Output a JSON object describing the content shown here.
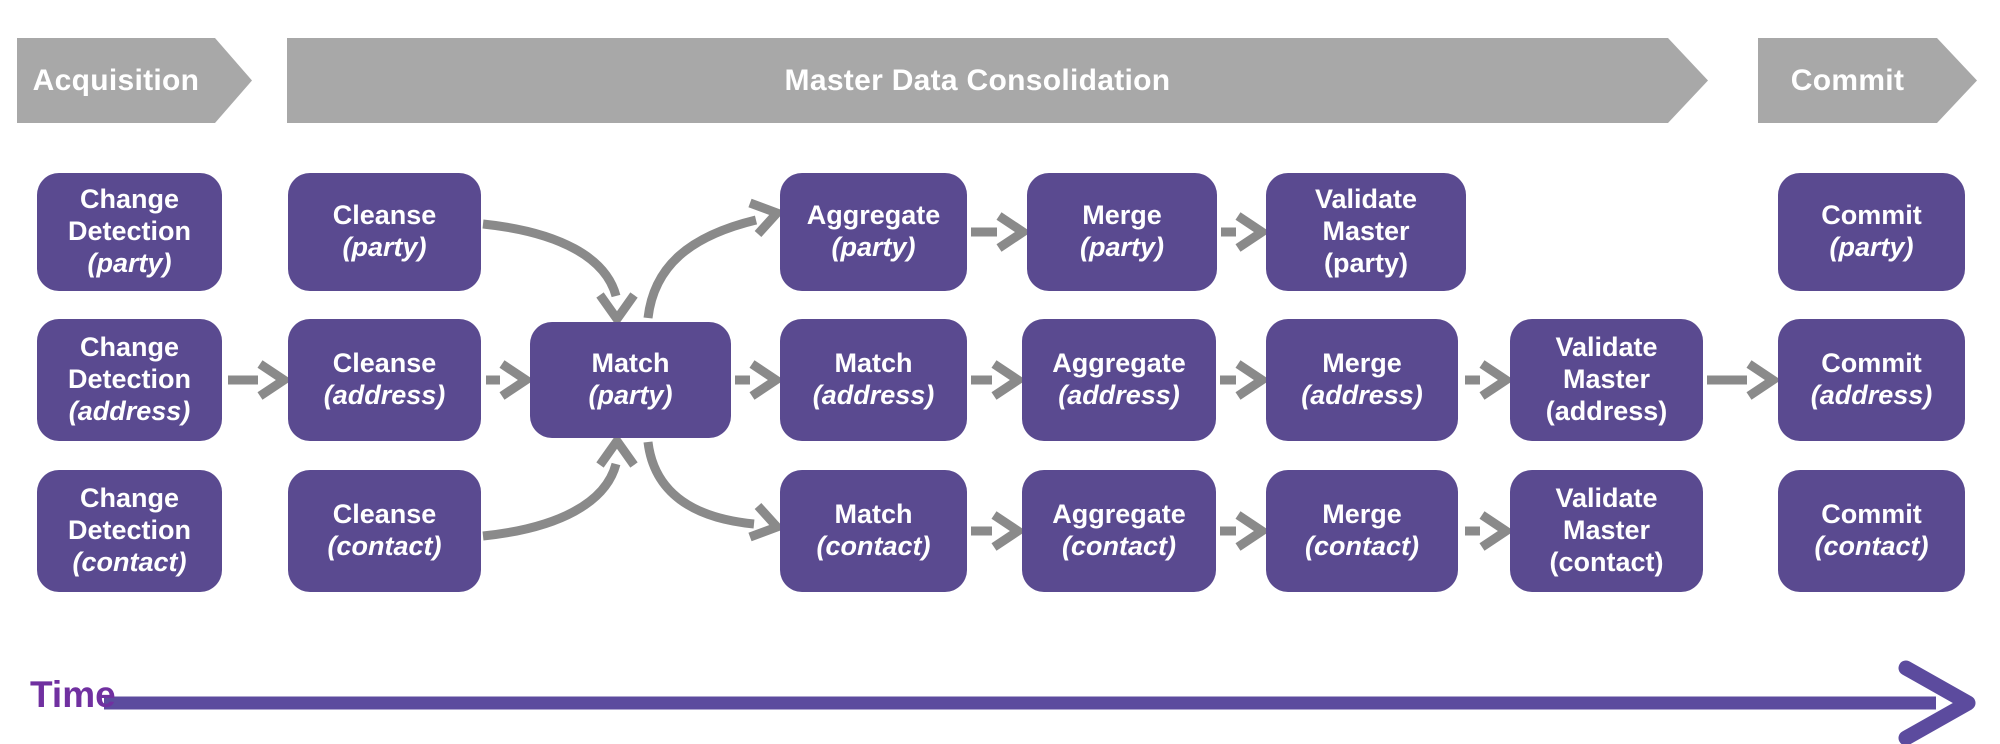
{
  "banners": [
    {
      "label": "Acquisition"
    },
    {
      "label": "Master Data Consolidation"
    },
    {
      "label": "Commit"
    }
  ],
  "nodes": [
    {
      "label": "Change Detection",
      "sub": "(party)",
      "sub_italic": true
    },
    {
      "label": "Cleanse",
      "sub": "(party)",
      "sub_italic": true
    },
    {
      "label": "Aggregate",
      "sub": "(party)",
      "sub_italic": true
    },
    {
      "label": "Merge",
      "sub": "(party)",
      "sub_italic": true
    },
    {
      "label": "Validate Master",
      "sub": "(party)",
      "sub_italic": false
    },
    {
      "label": "Commit",
      "sub": "(party)",
      "sub_italic": true
    },
    {
      "label": "Change Detection",
      "sub": "(address)",
      "sub_italic": true
    },
    {
      "label": "Cleanse",
      "sub": "(address)",
      "sub_italic": true
    },
    {
      "label": "Match",
      "sub": "(party)",
      "sub_italic": true
    },
    {
      "label": "Match",
      "sub": "(address)",
      "sub_italic": true
    },
    {
      "label": "Aggregate",
      "sub": "(address)",
      "sub_italic": true
    },
    {
      "label": "Merge",
      "sub": "(address)",
      "sub_italic": true
    },
    {
      "label": "Validate Master",
      "sub": "(address)",
      "sub_italic": false
    },
    {
      "label": "Commit",
      "sub": "(address)",
      "sub_italic": true
    },
    {
      "label": "Change Detection",
      "sub": "(contact)",
      "sub_italic": true
    },
    {
      "label": "Cleanse",
      "sub": "(contact)",
      "sub_italic": true
    },
    {
      "label": "Match",
      "sub": "(contact)",
      "sub_italic": true
    },
    {
      "label": "Aggregate",
      "sub": "(contact)",
      "sub_italic": true
    },
    {
      "label": "Merge",
      "sub": "(contact)",
      "sub_italic": true
    },
    {
      "label": "Validate Master",
      "sub": "(contact)",
      "sub_italic": false
    },
    {
      "label": "Commit",
      "sub": "(contact)",
      "sub_italic": true
    }
  ],
  "time": {
    "label": "Time"
  },
  "colors": {
    "node_purple": "#5a4a90",
    "banner_gray": "#a8a8a8",
    "arrow_gray": "#8a8a8a",
    "time_arrow_purple": "#5c4b9e",
    "time_label_purple": "#7030a0"
  }
}
